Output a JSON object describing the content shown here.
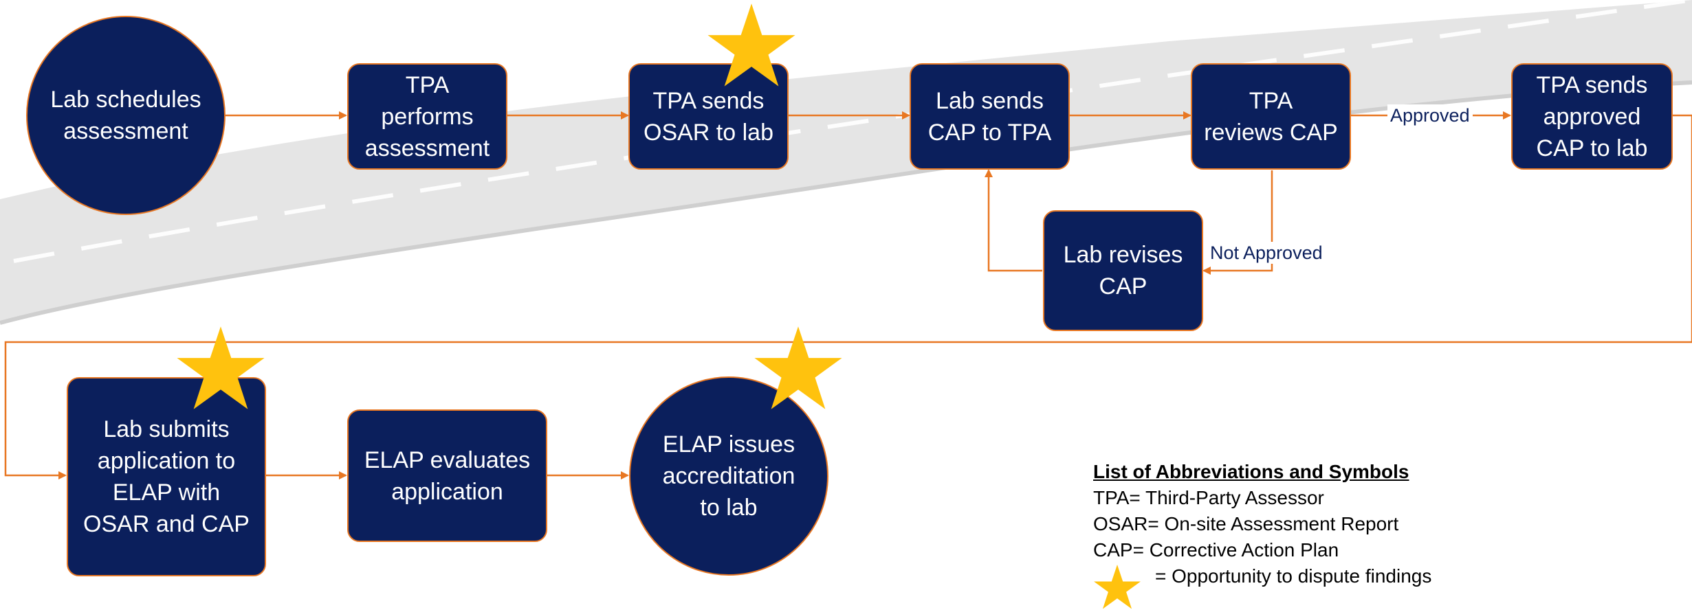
{
  "colors": {
    "node_fill": "#0b1f5c",
    "connector": "#e87722",
    "star": "#ffc20e",
    "road": "#dcdcdc"
  },
  "nodes": {
    "lab_schedules": "Lab schedules\nassessment",
    "tpa_performs": "TPA\nperforms\nassessment",
    "tpa_sends_osar": "TPA sends\nOSAR to lab",
    "lab_sends_cap": "Lab sends\nCAP to TPA",
    "tpa_reviews_cap": "TPA\nreviews CAP",
    "tpa_sends_approved": "TPA sends\napproved\nCAP  to lab",
    "lab_revises_cap": "Lab revises\nCAP",
    "lab_submits": "Lab submits\napplication to\nELAP with\nOSAR and CAP",
    "elap_evaluates": "ELAP evaluates\napplication",
    "elap_issues": "ELAP issues\naccreditation\nto lab"
  },
  "edge_labels": {
    "approved": "Approved",
    "not_approved": "Not Approved"
  },
  "legend": {
    "title": "List of Abbreviations and Symbols",
    "items": [
      "TPA= Third-Party Assessor",
      "OSAR= On-site Assessment Report",
      "CAP= Corrective Action Plan"
    ],
    "star_text": "= Opportunity to dispute findings",
    "star_icon": "star-icon"
  }
}
